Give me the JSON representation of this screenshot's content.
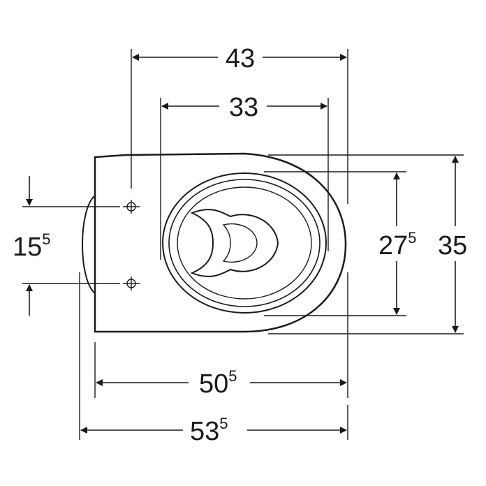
{
  "dimensions": {
    "width_top": {
      "main": "43",
      "sup": ""
    },
    "width_inner": {
      "main": "33",
      "sup": ""
    },
    "fix_spacing": {
      "main": "15",
      "sup": "5"
    },
    "bowl_width": {
      "main": "27",
      "sup": "5"
    },
    "total_width": {
      "main": "35",
      "sup": ""
    },
    "seat_length": {
      "main": "50",
      "sup": "5"
    },
    "total_length": {
      "main": "53",
      "sup": "5"
    }
  },
  "colors": {
    "line": "#1a1a1a",
    "background": "#ffffff"
  }
}
